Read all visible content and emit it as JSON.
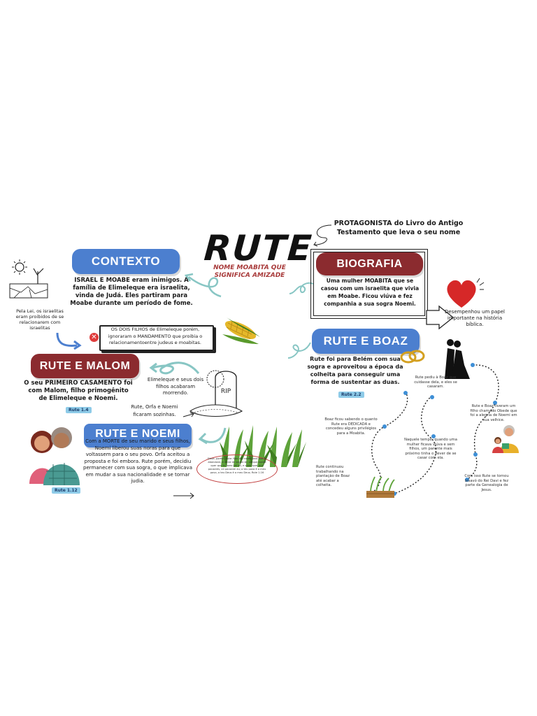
{
  "title": "RUTE",
  "subtitle": "NOME MOABITA QUE SIGNIFICA AMIZADE",
  "protagonista": "PROTAGONISTA do Livro do Antigo Testamento que leva o seu nome",
  "contexto": {
    "label": "CONTEXTO",
    "text": "ISRAEL E MOABE eram inimigos. A família de Elimeleque era israelita, vinda de Judá. Eles partiram para Moabe durante um período de fome.",
    "lei": "Pela Lei, os israelitas eram proibidos de se relacionarem com israelitas",
    "dois_filhos": "OS DOIS FILHOS de Elimeleque porém, ignoraram o MANDAMENTO que proibia o relacionamentoentre judeus e moabitas."
  },
  "rute_malom": {
    "label": "RUTE E MALOM",
    "text": "O seu PRIMEIRO CASAMENTO foi com Malom, filho primogênito de Elimeleque e Noemi.",
    "ref": "Rute 1.4",
    "morte": "Elimeleque e seus dois filhos acabaram morrendo.",
    "sozinhas": "Rute, Orfa e Noemi ficaram sozinhas."
  },
  "rute_noemi": {
    "label": "RUTE E NOEMI",
    "text": "Com a MORTE de seu marido e seus filhos, Noemi liberou suas noras para que voltassem para o seu povo. Orfa aceitou a proposta e foi embora. Rute porém, decidiu permanecer com sua sogra, o que implicava em mudar a sua nacionalidade e se tornar judia.",
    "ref": "Rute 1.12",
    "quote": "Disse, porém, Rute: Não me instes para que te abandone, e deixe de seguir-te; porque aonde quer que tu fores irei eu, e onde quer que pousares, ali pousarei eu; o teu povo é o meu povo, o teu Deus é o meu Deus; Rute 1.16"
  },
  "biografia": {
    "label": "BIOGRAFIA",
    "text": "Uma mulher MOABITA que se casou com um israelita que vivia em Moabe. Ficou viúva e fez companhia a sua sogra Noemi.",
    "papel": "Desempenhou um papel importante na história bíblica."
  },
  "rute_boaz": {
    "label": "RUTE E BOAZ",
    "text": "Rute foi para Belém com sua sogra e aproveitou a época da colheita para conseguir uma forma de sustentar as duas.",
    "ref": "Rute 2.2",
    "timeline": {
      "boaz_sabendo": "Boaz ficou sabendo o quanto Rute era DEDICADA e concedeu alguns privilégios para a Moabita.",
      "continuou": "Rute continuou trabalhando na plantação de Boaz até acabar a colheita.",
      "naquele_tempo": "Naquele tempo, quando uma mulher ficava viúva e sem filhos, um parente mais próximo tinha o dever de se casar com ela.",
      "pediu": "Rute pediu à Boaz que cuidasse dela, e eles se casaram.",
      "filho": "Rute e Boaz tiveram um filho chamado Obede que foi a alegria de Noemi em sua velhice.",
      "genealogia": "Com isso Rute se tornou bisavó do Rei Davi e fez parte da Genealogia de Jesus."
    }
  },
  "icons": {
    "rip": "RIP"
  },
  "colors": {
    "blue": "#4c7fcf",
    "red": "#8b2b2f",
    "ref": "#8ecbe8"
  }
}
